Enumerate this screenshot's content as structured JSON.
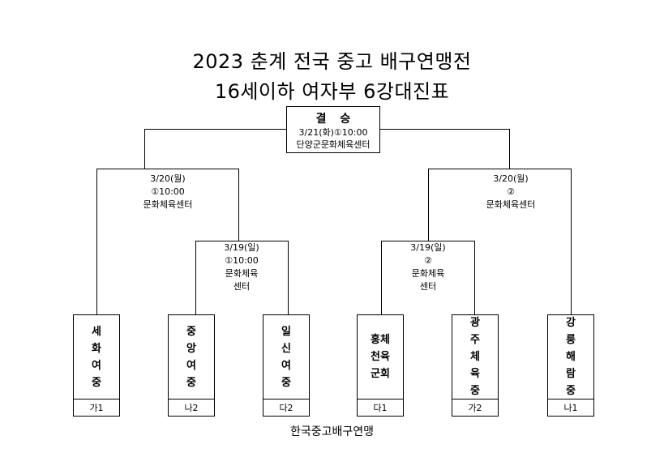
{
  "title_line1": "2023 춘계 전국 중고 배구연맹전",
  "title_line2": "16세이하 여자부 6강대진표",
  "final": {
    "title": "결 승",
    "date_time": "3/21(화)①10:00",
    "venue": "단양군문화체육센터"
  },
  "semi_left": {
    "date": "3/20(월)",
    "time": "①10:00",
    "venue": "문화체육센터"
  },
  "semi_right": {
    "date": "3/20(월)",
    "time": "②",
    "venue": "문화체육센터"
  },
  "qf_left": {
    "date": "3/19(일)",
    "time": "①10:00",
    "venue_line1": "문화체육",
    "venue_line2": "센터"
  },
  "qf_right": {
    "date": "3/19(일)",
    "time": "②",
    "venue_line1": "문화체육",
    "venue_line2": "센터"
  },
  "teams": [
    {
      "name": "세\n화\n여\n중",
      "code": "가1"
    },
    {
      "name": "중\n앙\n여\n중",
      "code": "나2"
    },
    {
      "name": "일\n신\n여\n중",
      "code": "다2"
    },
    {
      "name": "홍체\n천육\n군회",
      "code": "다1"
    },
    {
      "name": "광\n주\n체\n육\n중",
      "code": "가2"
    },
    {
      "name": "강\n릉\n해\n람\n중",
      "code": "나1"
    }
  ],
  "footer": "한국중고배구연맹"
}
